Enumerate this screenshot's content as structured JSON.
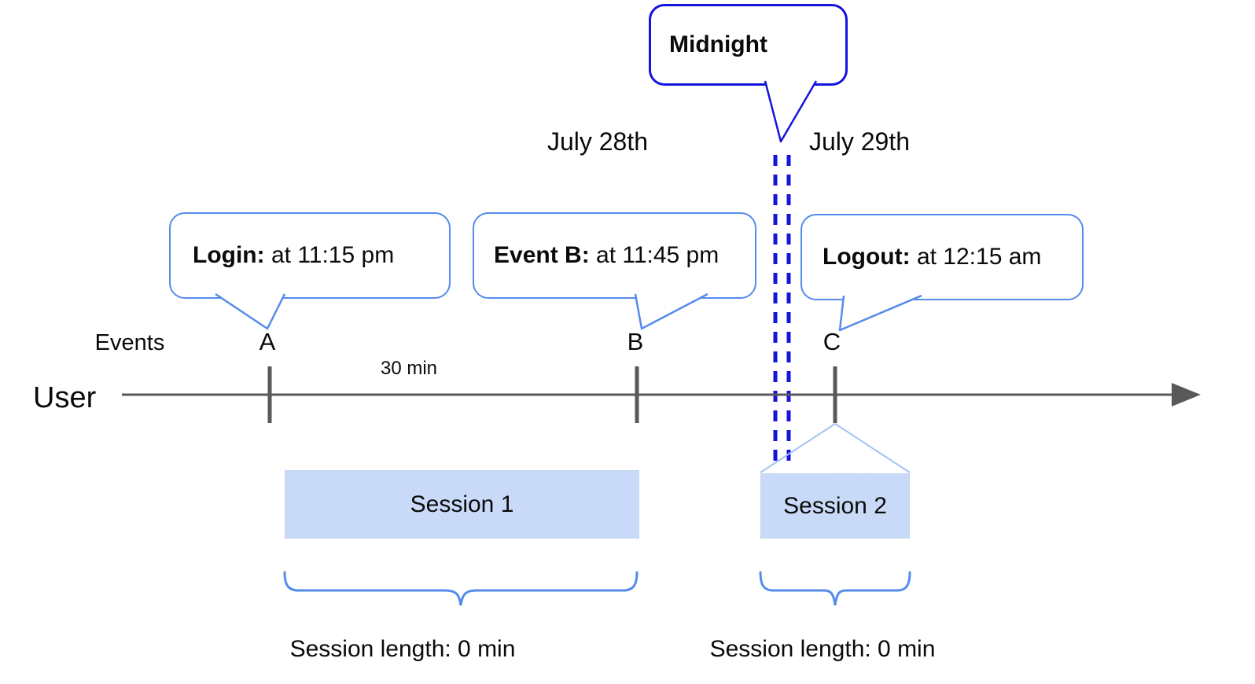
{
  "colors": {
    "strong_blue": "#1414dd",
    "bubble_blue": "#548bec",
    "funnel_blue": "#a4c2f4",
    "session_fill": "#c9daf8",
    "line_gray": "#595959",
    "text_black": "#0a0a0a"
  },
  "callouts": {
    "midnight": {
      "label": "Midnight"
    },
    "login": {
      "bold": "Login:",
      "rest": " at 11:15 pm"
    },
    "event_b": {
      "bold": "Event B:",
      "rest": " at 11:45 pm"
    },
    "logout": {
      "bold": "Logout:",
      "rest": " at 12:15 am"
    }
  },
  "dates": {
    "left": "July 28th",
    "right": "July 29th"
  },
  "axis": {
    "events_label": "Events",
    "user_label": "User",
    "markers": [
      "A",
      "B",
      "C"
    ],
    "interval_label": "30 min"
  },
  "sessions": [
    {
      "label": "Session 1",
      "length_label": "Session length: 0 min"
    },
    {
      "label": "Session 2",
      "length_label": "Session length: 0 min"
    }
  ]
}
